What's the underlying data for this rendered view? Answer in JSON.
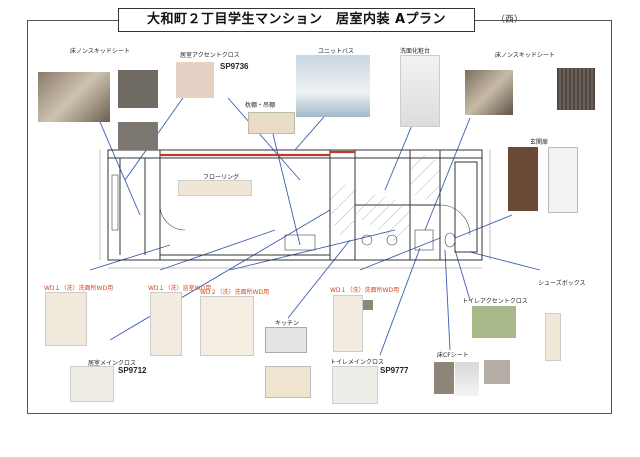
{
  "title": "大和町２丁目学生マンション　居室内装 Aプラン",
  "orientation": "（西）",
  "labels": {
    "floor_sheet_left": "床ノンスキッドシート",
    "room_accent_cloth": "居室アクセントクロス",
    "unit_bath": "ユニットバス",
    "vanity": "洗面化粧台",
    "floor_sheet_right": "床ノンスキッドシート",
    "shelf_hanger": "枕棚・吊棚",
    "flooring": "フローリング",
    "entrance_door": "玄関扉",
    "shoes_box": "シューズボックス",
    "kitchen": "キッチン",
    "toilet_accent_cloth": "トイレアクセントクロス",
    "room_main_cloth": "居室メインクロス",
    "toilet_main_cloth": "トイレメインクロス",
    "floor_cf_sheet": "床CFシート",
    "door_wd1a": "WD１（洗）洗面所WD用",
    "door_wd1b": "WD１（洗）浴室WD用",
    "door_wd2": "WD２（洗）洗面所WD用",
    "door_wd1c": "WD１（洗）洗面所WD用"
  },
  "codes": {
    "accent": "SP9736",
    "main": "SP9712",
    "toilet_main": "SP9777"
  }
}
